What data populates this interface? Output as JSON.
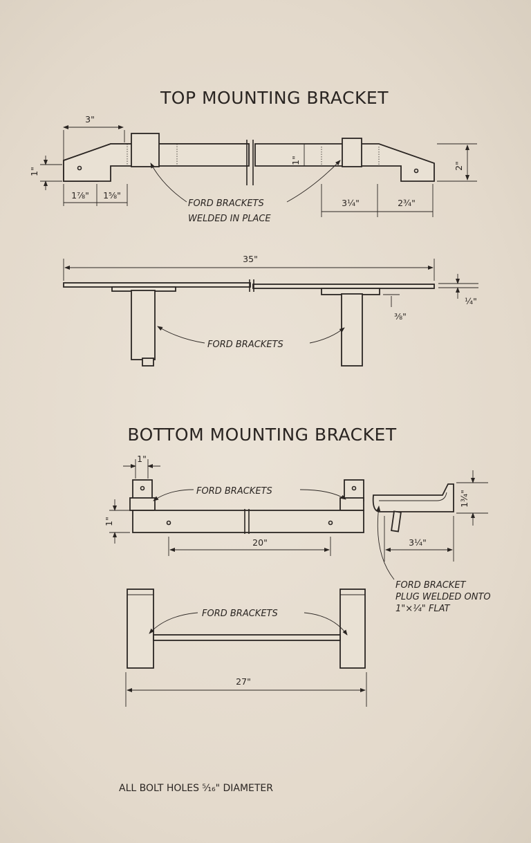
{
  "top": {
    "title": "TOP MOUNTING BRACKET",
    "dim_3": "3\"",
    "dim_1_3_4": "1⅞\"",
    "dim_1_5_8": "1⅝\"",
    "dim_3_1_4": "3¼\"",
    "dim_2_3_4": "2¾\"",
    "dim_2": "2\"",
    "dim_1_left": "1\"",
    "dim_1_mid": "1\"",
    "label_welded_1": "FORD BRACKETS",
    "label_welded_2": "WELDED IN PLACE",
    "dim_35": "35\"",
    "dim_1_4": "¼\"",
    "dim_3_8": "⅜\"",
    "label_brackets": "FORD BRACKETS"
  },
  "bottom": {
    "title": "BOTTOM MOUNTING BRACKET",
    "dim_1_top": "1\"",
    "dim_1_side": "1\"",
    "dim_20": "20\"",
    "label_brackets_front": "FORD BRACKETS",
    "dim_1_3_4": "1¾\"",
    "dim_3_1_4": "3¼\"",
    "side_note_1": "FORD BRACKET",
    "side_note_2": "PLUG WELDED ONTO",
    "side_note_3": "1\"×¼\" FLAT",
    "label_brackets_plan": "FORD BRACKETS",
    "dim_27": "27\""
  },
  "footer": {
    "note": "ALL BOLT HOLES ⁵⁄₁₆\" DIAMETER"
  }
}
